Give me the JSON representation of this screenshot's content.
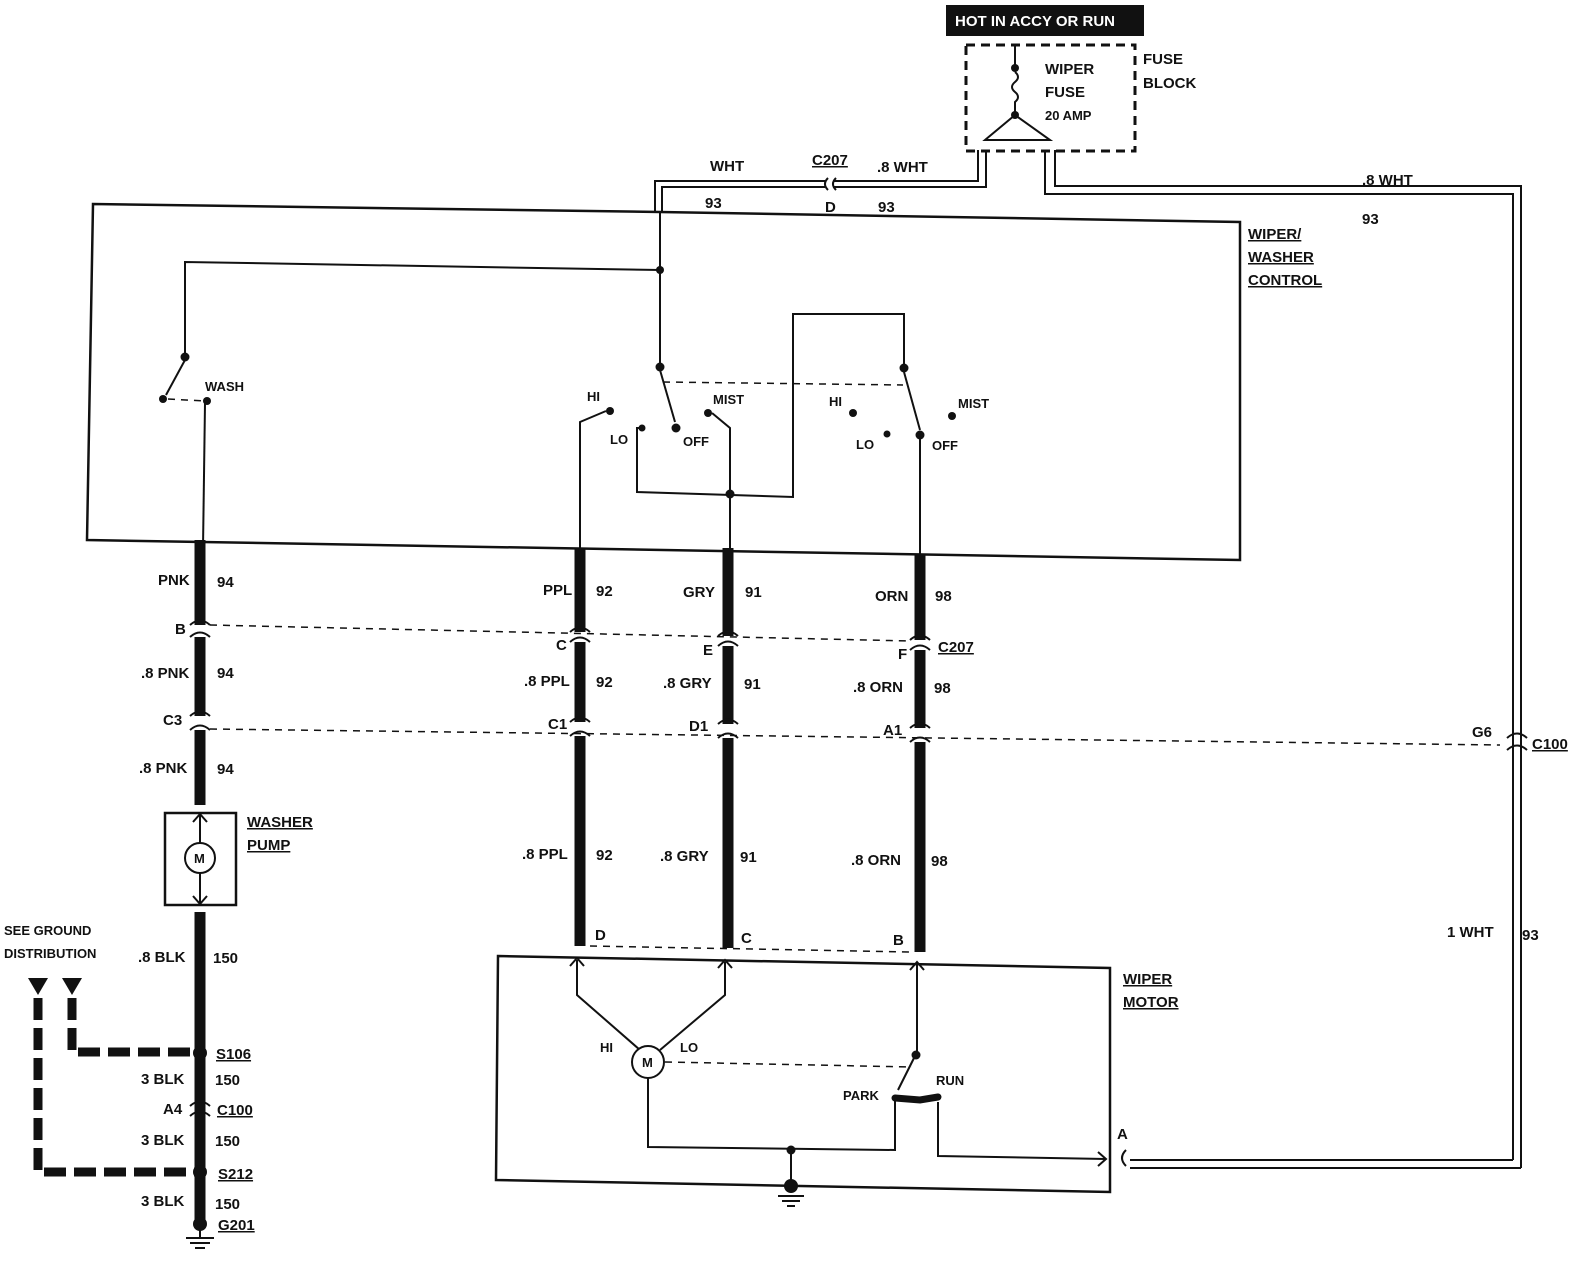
{
  "power": {
    "hot_label": "HOT IN ACCY OR RUN"
  },
  "fuse_block": {
    "title_1": "FUSE",
    "title_2": "BLOCK",
    "fuse_1": "WIPER",
    "fuse_2": "FUSE",
    "fuse_rating": "20 AMP"
  },
  "feed": {
    "left_color": "WHT",
    "left_circuit": "93",
    "connector": "C207",
    "connector_pin": "D",
    "mid_color": ".8 WHT",
    "mid_circuit": "93",
    "right_color": ".8 WHT",
    "right_circuit": "93"
  },
  "control": {
    "title_1": "WIPER/",
    "title_2": "WASHER",
    "title_3": "CONTROL",
    "wash": "WASH",
    "sw1": {
      "hi": "HI",
      "lo": "LO",
      "off": "OFF",
      "mist": "MIST"
    },
    "sw2": {
      "hi": "HI",
      "lo": "LO",
      "off": "OFF",
      "mist": "MIST"
    }
  },
  "washer_circuit": {
    "row1": {
      "color": "PNK",
      "circuit": "94"
    },
    "pin_b": "B",
    "row2": {
      "color": ".8 PNK",
      "circuit": "94"
    },
    "pin_c3": "C3",
    "row3": {
      "color": ".8 PNK",
      "circuit": "94"
    },
    "pump_1": "WASHER",
    "pump_2": "PUMP",
    "motor_symbol": "M",
    "row4": {
      "color": ".8 BLK",
      "circuit": "150"
    },
    "ground_note_1": "SEE GROUND",
    "ground_note_2": "DISTRIBUTION",
    "s106": "S106",
    "row5": {
      "color": "3 BLK",
      "circuit": "150"
    },
    "pin_a4": "A4",
    "c100": "C100",
    "row6": {
      "color": "3 BLK",
      "circuit": "150"
    },
    "s212": "S212",
    "row7": {
      "color": "3 BLK",
      "circuit": "150"
    },
    "g201": "G201"
  },
  "wiper_circuits": {
    "ppl": {
      "top_color": "PPL",
      "top_circuit": "92",
      "pin_top": "C",
      "mid_color": ".8 PPL",
      "mid_circuit": "92",
      "pin_mid": "C1",
      "low_color": ".8 PPL",
      "low_circuit": "92",
      "pin_motor": "D"
    },
    "gry": {
      "top_color": "GRY",
      "top_circuit": "91",
      "pin_top": "E",
      "mid_color": ".8 GRY",
      "mid_circuit": "91",
      "pin_mid": "D1",
      "low_color": ".8 GRY",
      "low_circuit": "91",
      "pin_motor": "C"
    },
    "orn": {
      "top_color": "ORN",
      "top_circuit": "98",
      "pin_top": "F",
      "mid_color": ".8 ORN",
      "mid_circuit": "98",
      "pin_mid": "A1",
      "low_color": ".8 ORN",
      "low_circuit": "98",
      "pin_motor": "B"
    },
    "c207": "C207"
  },
  "right_feed": {
    "pin_g6": "G6",
    "c100": "C100",
    "color": "1 WHT",
    "circuit": "93"
  },
  "wiper_motor": {
    "title_1": "WIPER",
    "title_2": "MOTOR",
    "hi": "HI",
    "lo": "LO",
    "motor_symbol": "M",
    "park": "PARK",
    "run": "RUN",
    "pin_a": "A"
  }
}
